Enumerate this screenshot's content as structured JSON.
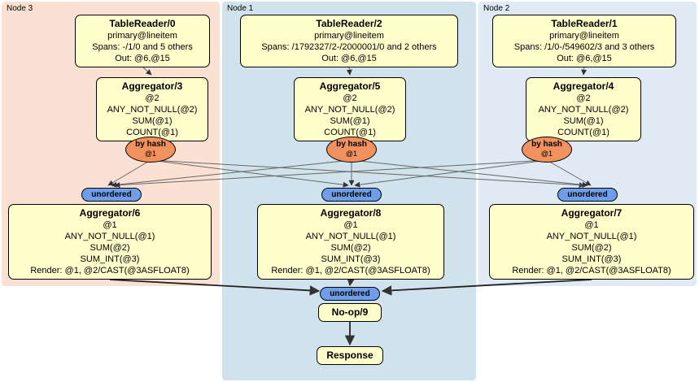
{
  "groups": {
    "node3": {
      "label": "Node 3"
    },
    "node1": {
      "label": "Node 1"
    },
    "node2": {
      "label": "Node 2"
    }
  },
  "processors": {
    "tr0": {
      "title": "TableReader/0",
      "lines": [
        "primary@lineitem",
        "Spans: -/1/0 and 5 others",
        "Out: @6,@15"
      ]
    },
    "tr2": {
      "title": "TableReader/2",
      "lines": [
        "primary@lineitem",
        "Spans: /1792327/2-/2000001/0 and 2 others",
        "Out: @6,@15"
      ]
    },
    "tr1": {
      "title": "TableReader/1",
      "lines": [
        "primary@lineitem",
        "Spans: /1/0-/549602/3 and 3 others",
        "Out: @6,@15"
      ]
    },
    "agg3": {
      "title": "Aggregator/3",
      "lines": [
        "@2",
        "ANY_NOT_NULL(@2)",
        "SUM(@1)",
        "COUNT(@1)"
      ]
    },
    "agg5": {
      "title": "Aggregator/5",
      "lines": [
        "@2",
        "ANY_NOT_NULL(@2)",
        "SUM(@1)",
        "COUNT(@1)"
      ]
    },
    "agg4": {
      "title": "Aggregator/4",
      "lines": [
        "@2",
        "ANY_NOT_NULL(@2)",
        "SUM(@1)",
        "COUNT(@1)"
      ]
    },
    "agg6": {
      "title": "Aggregator/6",
      "lines": [
        "@1",
        "ANY_NOT_NULL(@1)",
        "SUM(@2)",
        "SUM_INT(@3)",
        "Render: @1, @2/CAST(@3ASFLOAT8)"
      ]
    },
    "agg8": {
      "title": "Aggregator/8",
      "lines": [
        "@1",
        "ANY_NOT_NULL(@1)",
        "SUM(@2)",
        "SUM_INT(@3)",
        "Render: @1, @2/CAST(@3ASFLOAT8)"
      ]
    },
    "agg7": {
      "title": "Aggregator/7",
      "lines": [
        "@1",
        "ANY_NOT_NULL(@1)",
        "SUM(@2)",
        "SUM_INT(@3)",
        "Render: @1, @2/CAST(@3ASFLOAT8)"
      ]
    },
    "noop": {
      "title": "No-op/9"
    },
    "response": {
      "title": "Response"
    }
  },
  "routers": {
    "by_hash": {
      "label": "by hash",
      "sub": "@1"
    }
  },
  "streams": {
    "unordered": {
      "label": "unordered"
    }
  },
  "colors": {
    "group_node3_bg": "#fbe1d3",
    "group_node1_bg": "#d0e3ec",
    "group_node2_bg": "#dfeaf5",
    "processor_bg": "#ffffcc",
    "hash_router_bg": "#f0915e",
    "stream_bg": "#6e9eea"
  }
}
